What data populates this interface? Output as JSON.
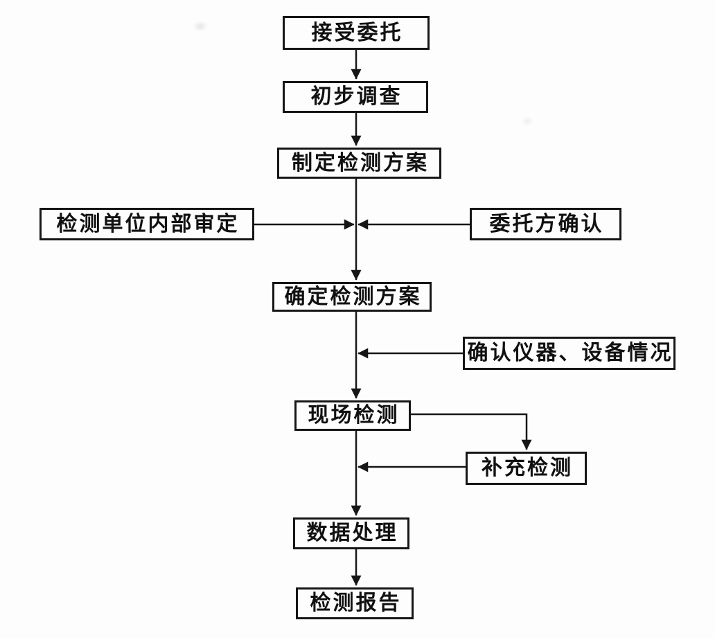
{
  "diagram": {
    "type": "flowchart",
    "language": "zh-CN",
    "background_color": "#fdfdfd",
    "line_color": "#161616",
    "text_color": "#111111",
    "nodes": {
      "accept": {
        "label": "接受委托"
      },
      "survey": {
        "label": "初步调查"
      },
      "draft_plan": {
        "label": "制定检测方案"
      },
      "internal_review": {
        "label": "检测单位内部审定"
      },
      "client_confirm": {
        "label": "委托方确认"
      },
      "final_plan": {
        "label": "确定检测方案"
      },
      "equipment_check": {
        "label": "确认仪器、设备情况"
      },
      "site_test": {
        "label": "现场检测"
      },
      "supplement_test": {
        "label": "补充检测"
      },
      "data_processing": {
        "label": "数据处理"
      },
      "report": {
        "label": "检测报告"
      }
    },
    "edges": [
      {
        "from": "accept",
        "to": "survey",
        "style": "arrow-down"
      },
      {
        "from": "survey",
        "to": "draft_plan",
        "style": "arrow-down"
      },
      {
        "from": "draft_plan",
        "to": "final_plan",
        "style": "arrow-down"
      },
      {
        "from": "internal_review",
        "to": "junction(draft_plan→final_plan)",
        "style": "arrow-right"
      },
      {
        "from": "client_confirm",
        "to": "junction(draft_plan→final_plan)",
        "style": "arrow-left"
      },
      {
        "from": "final_plan",
        "to": "site_test",
        "style": "arrow-down"
      },
      {
        "from": "equipment_check",
        "to": "junction(final_plan→site_test)",
        "style": "arrow-left"
      },
      {
        "from": "site_test",
        "to": "supplement_test",
        "style": "elbow-right-down-arrow"
      },
      {
        "from": "supplement_test",
        "to": "junction(site_test→data_processing)",
        "style": "arrow-left"
      },
      {
        "from": "site_test",
        "to": "data_processing",
        "style": "arrow-down"
      },
      {
        "from": "data_processing",
        "to": "report",
        "style": "arrow-down"
      }
    ]
  }
}
